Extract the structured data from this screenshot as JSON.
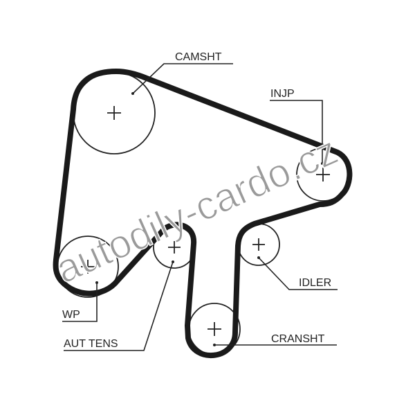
{
  "labels": {
    "camshaft": "CAMSHT",
    "injection_pump": "INJP",
    "idler": "IDLER",
    "water_pump": "WP",
    "auto_tensioner": "AUT TENS",
    "crankshaft": "CRANSHT"
  },
  "watermark": "autodily-cardo.cz",
  "colors": {
    "belt": "#1a1a1a",
    "watermark": "#9a9a9a"
  }
}
